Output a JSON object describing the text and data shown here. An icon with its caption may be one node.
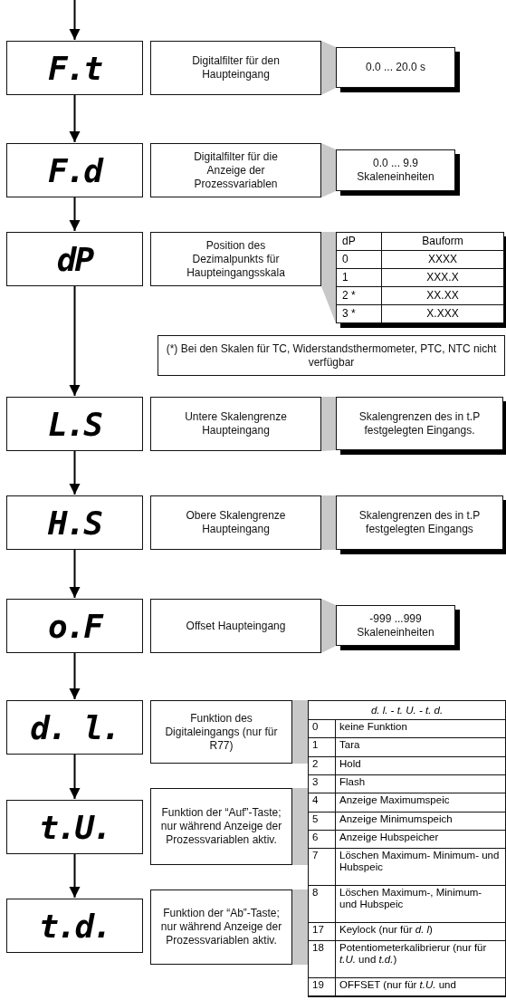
{
  "diagram": {
    "nodes": [
      {
        "text": [
          "F.t"
        ]
      },
      {
        "text": [
          "Digitalfilter für den Haupteingang"
        ]
      },
      {
        "text": [
          "0.0 ... 20.0 s"
        ]
      },
      {
        "text": [
          "F.d"
        ]
      },
      {
        "text": [
          "Digitalfilter für die Anzeige der Prozessvariablen"
        ]
      },
      {
        "text": [
          "0.0 ... 9.9 Skaleneinheiten"
        ]
      },
      {
        "text": [
          "dP"
        ]
      },
      {
        "text": [
          "Position des Dezimalpunkts für Haupteingangsskala"
        ]
      },
      {
        "text": [
          "dP",
          "Bauform",
          "0",
          "XXXX",
          "1",
          "XXX.X",
          "2 *",
          "XX.XX",
          "3 *",
          "X.XXX"
        ]
      },
      {
        "text": [
          "(*) Bei den Skalen für TC, Widerstandsthermometer, PTC, NTC nicht verfügbar"
        ]
      },
      {
        "text": [
          "L.S"
        ]
      },
      {
        "text": [
          "Untere Skalengrenze Haupteingang"
        ]
      },
      {
        "text": [
          "Skalengrenzen des in t.P festgelegten Eingangs."
        ]
      },
      {
        "text": [
          "H.S"
        ]
      },
      {
        "text": [
          "Obere Skalengrenze Haupteingang"
        ]
      },
      {
        "text": [
          "Skalengrenzen des in t.P festgelegten Eingangs"
        ]
      },
      {
        "text": [
          "o.F"
        ]
      },
      {
        "text": [
          "Offset Haupteingang"
        ]
      },
      {
        "text": [
          "-999 ...999 Skaleneinheiten"
        ]
      },
      {
        "text": [
          "d. l."
        ]
      },
      {
        "text": [
          "Funktion des Digitaleingangs (nur für R77)"
        ]
      },
      {
        "text": [
          "t.U."
        ]
      },
      {
        "text": [
          "Funktion der “Auf”-Taste; nur während Anzeige der Prozessvariablen aktiv."
        ]
      },
      {
        "text": [
          "t.d."
        ]
      },
      {
        "text": [
          "Funktion der “Ab”-Taste; nur während Anzeige der Prozessvariablen aktiv."
        ]
      },
      {
        "text": [
          "*d. l. - t. U. - t. d.*",
          "0",
          "keine Funktion",
          "1",
          "Tara",
          "2",
          "Hold",
          "3",
          "Flash",
          "4",
          "Anzeige Maximumspeic",
          "5",
          "Anzeige Minimumspeich",
          "6",
          "Anzeige Hubspeicher",
          "7",
          "Löschen Maximum- Minimum- und Hubspeic",
          "8",
          "Löschen Maximum-, Minimum- und Hubspeic",
          "17",
          "Keylock (nur für *d. l*)",
          "18",
          "Potentiometerkalibrierur (nur für *t.U.* und *t.d.*)",
          "19",
          "OFFSET (nur für *t.U.* und"
        ]
      }
    ],
    "edges": [
      {
        "from": null,
        "to": 0,
        "arrow": "to"
      },
      {
        "from": 0,
        "to": 3,
        "arrow": "to"
      },
      {
        "from": 3,
        "to": 6,
        "arrow": "to"
      },
      {
        "from": 6,
        "to": 10,
        "arrow": "to"
      },
      {
        "from": 10,
        "to": 13,
        "arrow": "to"
      },
      {
        "from": 13,
        "to": 16,
        "arrow": "to"
      },
      {
        "from": 16,
        "to": 19,
        "arrow": "to"
      },
      {
        "from": 19,
        "to": 21,
        "arrow": "to"
      },
      {
        "from": 21,
        "to": 23,
        "arrow": "to"
      },
      {
        "from": 1,
        "to": 2,
        "arrow": "none",
        "style": "thick",
        "color": "#c8c8c8"
      },
      {
        "from": 4,
        "to": 5,
        "arrow": "none",
        "style": "thick",
        "color": "#c8c8c8"
      },
      {
        "from": 7,
        "to": 8,
        "arrow": "none",
        "style": "thick",
        "color": "#c8c8c8"
      },
      {
        "from": 11,
        "to": 12,
        "arrow": "none",
        "style": "thick",
        "color": "#c8c8c8"
      },
      {
        "from": 14,
        "to": 15,
        "arrow": "none",
        "style": "thick",
        "color": "#c8c8c8"
      },
      {
        "from": 17,
        "to": 18,
        "arrow": "none",
        "style": "thick",
        "color": "#c8c8c8"
      },
      {
        "from": 20,
        "to": 25,
        "arrow": "none",
        "style": "thick",
        "color": "#c8c8c8"
      },
      {
        "from": 22,
        "to": 25,
        "arrow": "none",
        "style": "thick",
        "color": "#c8c8c8"
      },
      {
        "from": 24,
        "to": 25,
        "arrow": "none",
        "style": "thick",
        "color": "#c8c8c8"
      }
    ]
  }
}
